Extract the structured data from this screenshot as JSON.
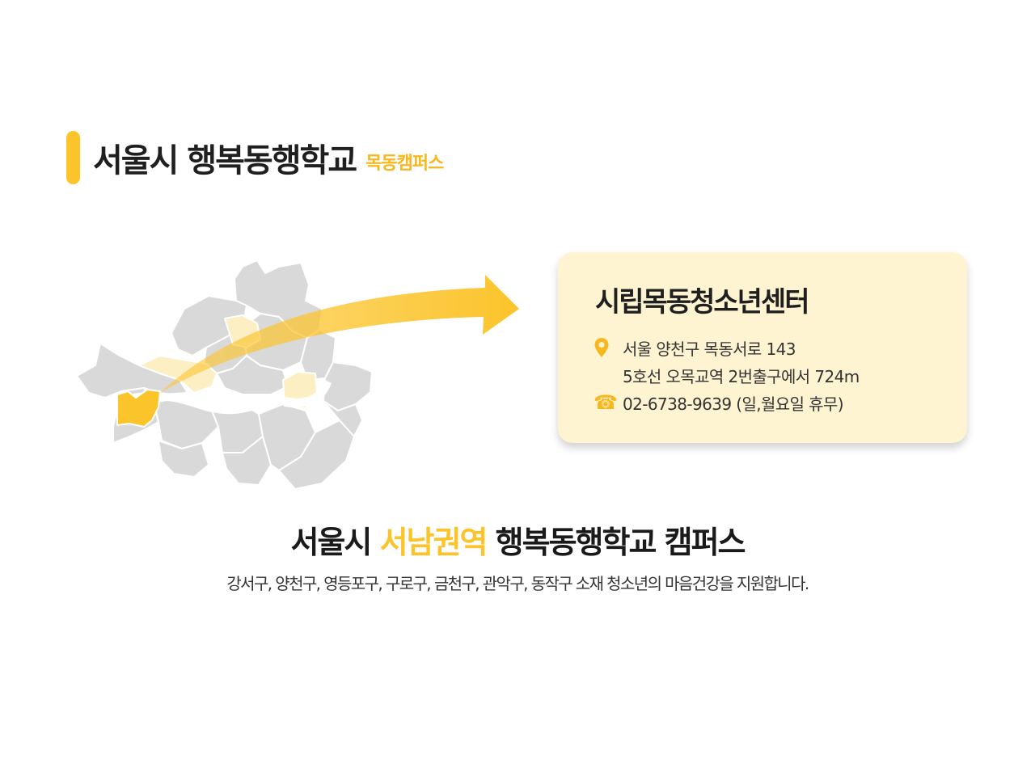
{
  "header": {
    "title": "서울시 행복동행학교",
    "subtitle": "목동캠퍼스"
  },
  "map": {
    "region_color": "#D9D9D9",
    "highlight_color": "#FCC42B",
    "light_highlight_color": "#FDEFC4",
    "arrow_color": "#FCC42B",
    "river_color": "#ffffff"
  },
  "card": {
    "title": "시립목동청소년센터",
    "address_icon": "location-pin-icon",
    "address_line1": "서울 양천구 목동서로 143",
    "address_line2": "5호선 오목교역 2번출구에서 724m",
    "phone_icon": "phone-icon",
    "phone": "02-6738-9639 (일,월요일 휴무)"
  },
  "headline": {
    "prefix": "서울시 ",
    "highlight": "서남권역",
    "suffix": " 행복동행학교 캠퍼스"
  },
  "description": "강서구, 양천구, 영등포구, 구로구, 금천구, 관악구, 동작구 소재 청소년의 마음건강을 지원합니다."
}
